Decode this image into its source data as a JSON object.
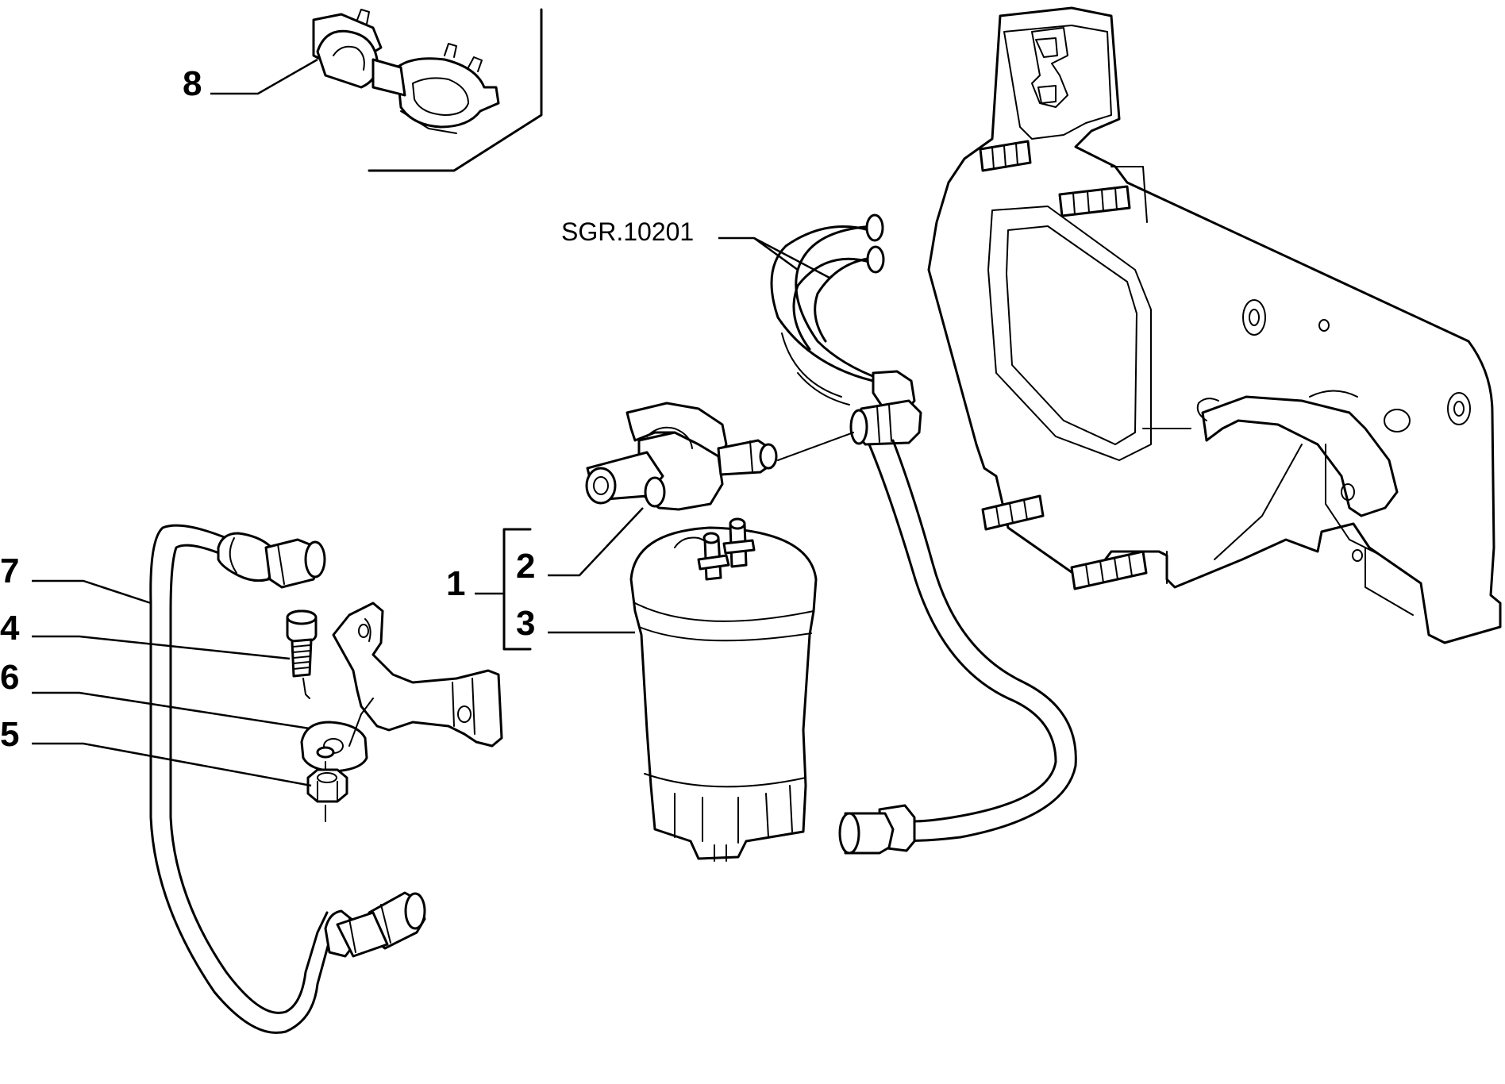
{
  "diagram": {
    "reference_code": "SGR.10201",
    "callouts": [
      {
        "id": "1",
        "label": "1"
      },
      {
        "id": "2",
        "label": "2"
      },
      {
        "id": "3",
        "label": "3"
      },
      {
        "id": "4",
        "label": "4"
      },
      {
        "id": "5",
        "label": "5"
      },
      {
        "id": "6",
        "label": "6"
      },
      {
        "id": "7",
        "label": "7"
      },
      {
        "id": "8",
        "label": "8"
      }
    ],
    "line_color": "#000000",
    "background_color": "#ffffff"
  }
}
